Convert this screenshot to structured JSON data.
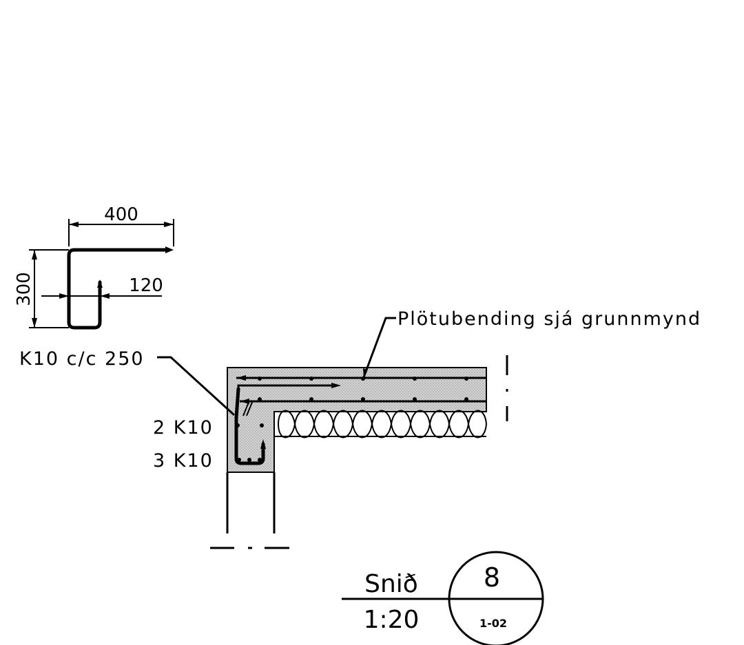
{
  "bar_schedule": {
    "dim_width": "400",
    "dim_height": "300",
    "dim_hook": "120"
  },
  "labels": {
    "slab_reinforcement": "Plötubending sjá grunnmynd",
    "stirrups": "K10 c/c 250",
    "top_bars": "2 K10",
    "bottom_bars": "3 K10"
  },
  "title_block": {
    "title": "Snið",
    "scale": "1:20",
    "detail_number": "8",
    "sheet": "1-02"
  }
}
